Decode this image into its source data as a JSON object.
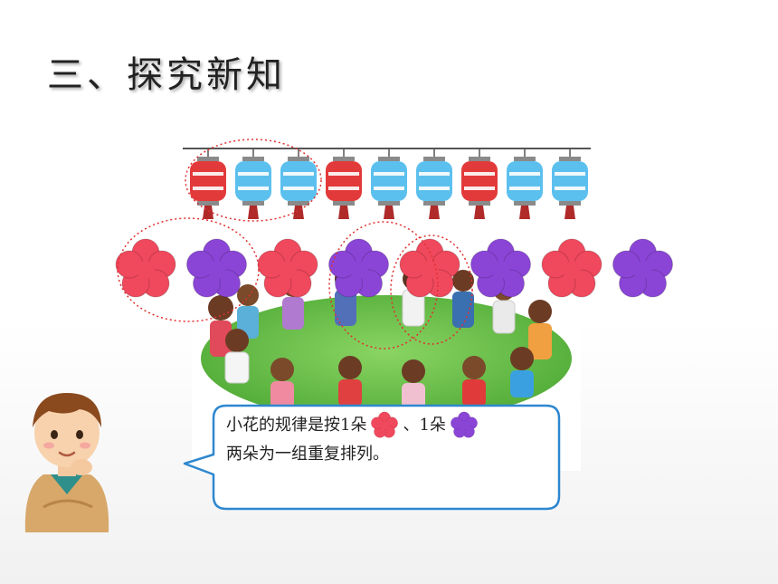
{
  "title": "三、探究新知",
  "lanterns": [
    "red",
    "blue",
    "blue",
    "red",
    "blue",
    "blue",
    "red",
    "blue",
    "blue"
  ],
  "flowers": [
    "red",
    "purple",
    "red",
    "purple",
    "red",
    "purple",
    "red",
    "purple"
  ],
  "colors": {
    "red_flower": "#f0485c",
    "purple_flower": "#8a45d6",
    "lantern_red": "#e23a3a",
    "lantern_blue": "#5cc0ee",
    "bubble_border": "#2e87cf",
    "circle_red": "#e03030",
    "grass": "#6cc04a"
  },
  "bubble": {
    "line1_part1": "小花的规律是按1朵",
    "line1_part2": "、1朵",
    "line2": "两朵为一组重复排列。"
  }
}
